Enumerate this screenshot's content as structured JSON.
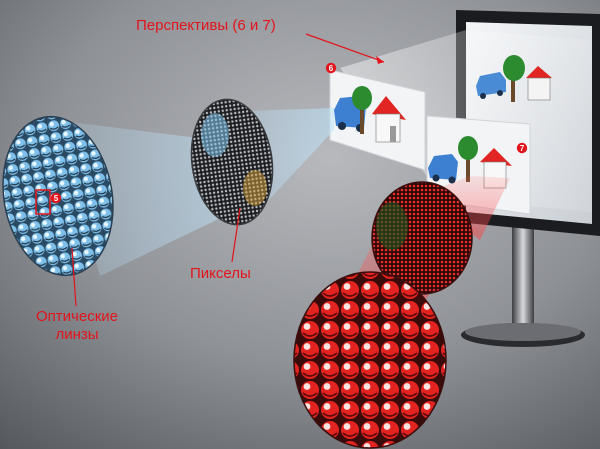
{
  "callouts": {
    "perspectives": "Перспективы (6 и 7)",
    "pixels": "Пикселы",
    "lenses_line1": "Оптические",
    "lenses_line2": "линзы"
  },
  "badges": {
    "lens_marker": "5",
    "view_left": "6",
    "view_right": "7"
  },
  "colors": {
    "label": "#e3141b",
    "background": "#8b8e94",
    "beam_blue": "#8ecdf2",
    "beam_red": "#ff3a3a",
    "lens_blue": "#6fb3e4",
    "lens_red": "#e0221f",
    "monitor_frame": "#1b1c20"
  }
}
